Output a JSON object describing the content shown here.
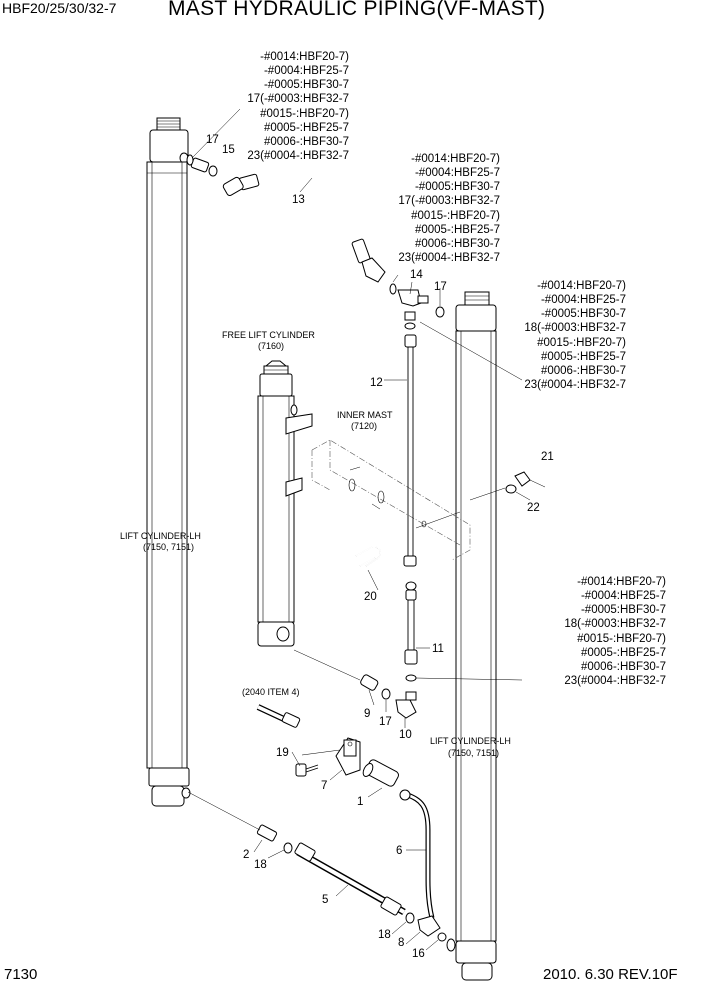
{
  "header": {
    "model_code": "HBF20/25/30/32-7",
    "title": "MAST HYDRAULIC PIPING(VF-MAST)"
  },
  "footer": {
    "page_number": "7130",
    "revision": "2010. 6.30  REV.10F"
  },
  "captions": {
    "free_lift_cylinder": "FREE LIFT CYLINDER",
    "free_lift_cylinder_ref": "(7160)",
    "inner_mast": "INNER MAST",
    "inner_mast_ref": "(7120)",
    "lift_cylinder_left": "LIFT CYLINDER-LH",
    "lift_cylinder_left_ref": "(7150, 7151)",
    "lift_cylinder_right": "LIFT CYLINDER-LH",
    "lift_cylinder_right_ref": "(7150, 7151)",
    "item4_ref": "(2040 ITEM 4)"
  },
  "serial_notes": {
    "top_left": [
      "-#0014:HBF20-7)",
      "-#0004:HBF25-7",
      "-#0005:HBF30-7",
      "17(-#0003:HBF32-7",
      "#0015-:HBF20-7)",
      "#0005-:HBF25-7",
      "#0006-:HBF30-7",
      "23(#0004-:HBF32-7"
    ],
    "top_middle": [
      "-#0014:HBF20-7)",
      "-#0004:HBF25-7",
      "-#0005:HBF30-7",
      "17(-#0003:HBF32-7",
      "#0015-:HBF20-7)",
      "#0005-:HBF25-7",
      "#0006-:HBF30-7",
      "23(#0004-:HBF32-7"
    ],
    "right_upper": [
      "-#0014:HBF20-7)",
      "-#0004:HBF25-7",
      "-#0005:HBF30-7",
      "18(-#0003:HBF32-7",
      "#0015-:HBF20-7)",
      "#0005-:HBF25-7",
      "#0006-:HBF30-7",
      "23(#0004-:HBF32-7"
    ],
    "right_lower": [
      "-#0014:HBF20-7)",
      "-#0004:HBF25-7",
      "-#0005:HBF30-7",
      "18(-#0003:HBF32-7",
      "#0015-:HBF20-7)",
      "#0005-:HBF25-7",
      "#0006-:HBF30-7",
      "23(#0004-:HBF32-7"
    ]
  },
  "part_numbers": {
    "p1": "1",
    "p2": "2",
    "p5": "5",
    "p6": "6",
    "p7": "7",
    "p8": "8",
    "p9": "9",
    "p10": "10",
    "p11": "11",
    "p12": "12",
    "p13": "13",
    "p14": "14",
    "p15": "15",
    "p16": "16",
    "p17_top": "17",
    "p17_mid": "17",
    "p17_low": "17",
    "p18_low_left": "18",
    "p18_bottom": "18",
    "p19": "19",
    "p20": "20",
    "p21": "21",
    "p22": "22"
  }
}
